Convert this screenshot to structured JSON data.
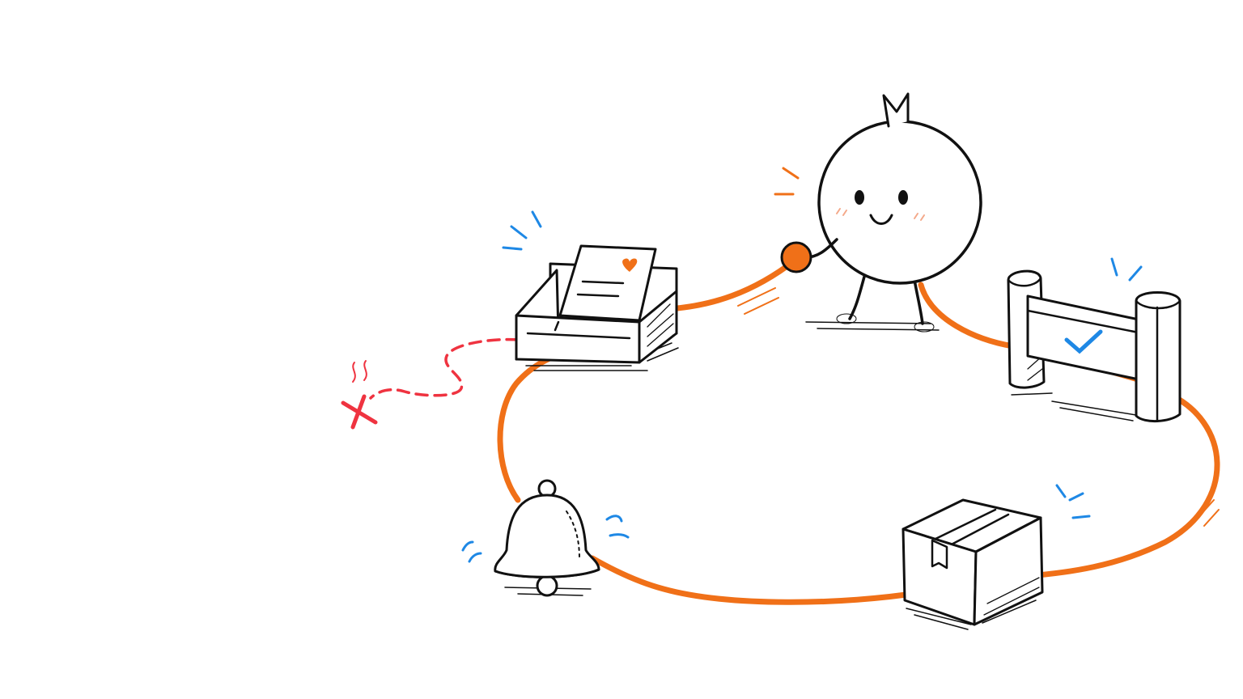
{
  "colors": {
    "ink": "#111111",
    "wire": "#F07018",
    "accent_blue": "#1E88E5",
    "error_red": "#EF3340",
    "blush": "#F4A98A",
    "background": "#ffffff"
  },
  "nodes": [
    {
      "id": "mascot",
      "icon": "mascot-character"
    },
    {
      "id": "inbox",
      "icon": "document-tray-icon"
    },
    {
      "id": "gate",
      "icon": "gate-check-icon"
    },
    {
      "id": "package",
      "icon": "package-box-icon"
    },
    {
      "id": "bell",
      "icon": "notification-bell-icon"
    },
    {
      "id": "failed-exit",
      "icon": "red-x-icon"
    }
  ],
  "edges": [
    {
      "from": "mascot",
      "to": "inbox",
      "style": "solid",
      "color": "#F07018"
    },
    {
      "from": "mascot",
      "to": "gate",
      "style": "solid",
      "color": "#F07018"
    },
    {
      "from": "gate",
      "to": "package",
      "style": "solid",
      "color": "#F07018"
    },
    {
      "from": "package",
      "to": "bell",
      "style": "solid",
      "color": "#F07018"
    },
    {
      "from": "bell",
      "to": "inbox",
      "style": "solid",
      "color": "#F07018"
    },
    {
      "from": "inbox",
      "to": "failed-exit",
      "style": "dashed",
      "color": "#EF3340"
    }
  ]
}
